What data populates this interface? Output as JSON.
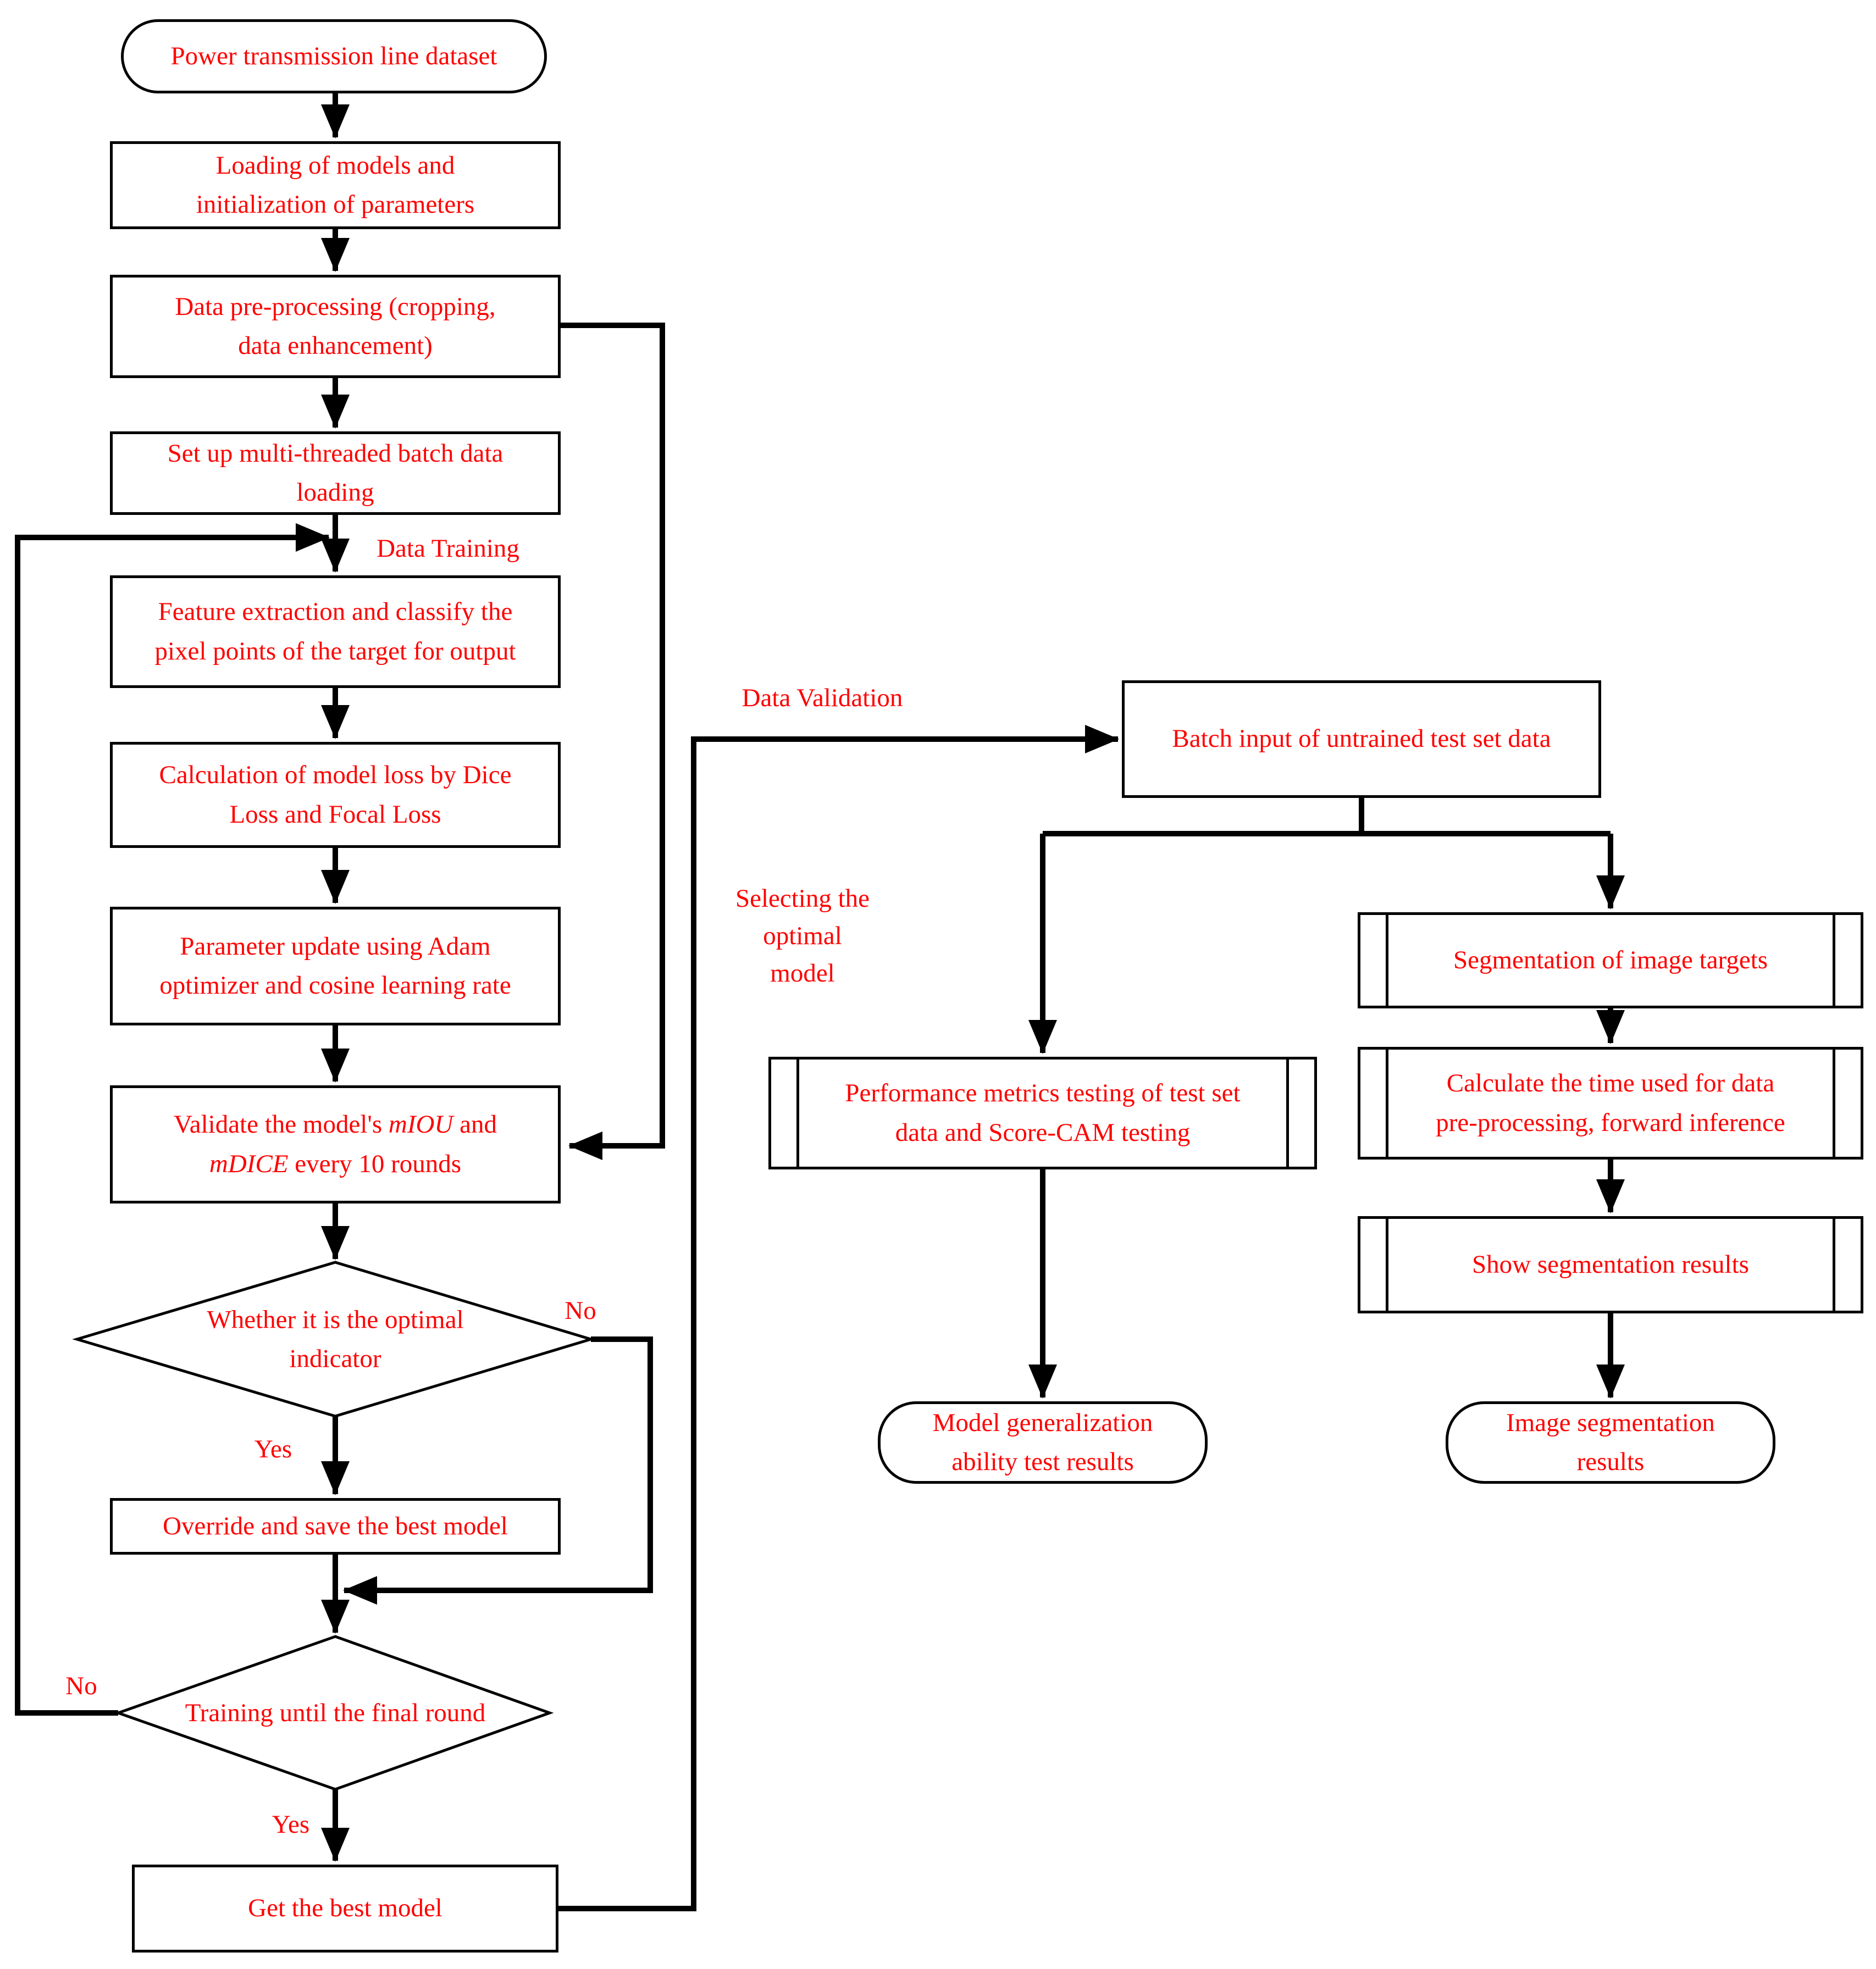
{
  "diagram": {
    "title": "Training / validation flowchart",
    "colors": {
      "text": "#ff0000",
      "line": "#000000",
      "background": "#ffffff"
    },
    "nodes": {
      "dataset": {
        "type": "terminal",
        "lines": [
          "Power transmission line dataset"
        ]
      },
      "loading": {
        "type": "process",
        "lines": [
          "Loading of models and",
          "initialization of parameters"
        ]
      },
      "preprocessing": {
        "type": "process",
        "lines": [
          "Data pre-processing (cropping,",
          "data enhancement)"
        ]
      },
      "batch_loading": {
        "type": "process",
        "lines": [
          "Set up multi-threaded batch data",
          "loading"
        ]
      },
      "feature_extraction": {
        "type": "process",
        "lines": [
          "Feature extraction and classify the",
          "pixel points of the target for output"
        ]
      },
      "loss_calculation": {
        "type": "process",
        "lines": [
          "Calculation of model loss by Dice",
          "Loss and Focal Loss"
        ]
      },
      "parameter_update": {
        "type": "process",
        "lines": [
          "Parameter update using Adam",
          "optimizer and cosine learning rate"
        ]
      },
      "validate": {
        "type": "process",
        "parts": [
          "Validate the model's",
          "mIOU",
          "and",
          "mDICE",
          "every 10 rounds"
        ]
      },
      "optimal_indicator": {
        "type": "decision",
        "lines": [
          "Whether it is the optimal",
          "indicator"
        ]
      },
      "save_best": {
        "type": "process",
        "lines": [
          "Override and save the best model"
        ]
      },
      "final_round": {
        "type": "decision",
        "lines": [
          "Training until the final round"
        ]
      },
      "get_best": {
        "type": "process",
        "lines": [
          "Get the best model"
        ]
      },
      "batch_input": {
        "type": "process",
        "lines": [
          "Batch input of untrained test set data"
        ]
      },
      "performance": {
        "type": "predefined",
        "lines": [
          "Performance metrics testing of test set",
          "data and Score-CAM testing"
        ]
      },
      "generalization": {
        "type": "terminal",
        "lines": [
          "Model generalization",
          "ability test results"
        ]
      },
      "segmentation": {
        "type": "predefined",
        "lines": [
          "Segmentation of image targets"
        ]
      },
      "calc_time": {
        "type": "predefined",
        "lines": [
          "Calculate the time used for data",
          "pre-processing, forward inference"
        ]
      },
      "show_results": {
        "type": "predefined",
        "lines": [
          "Show segmentation results"
        ]
      },
      "image_results": {
        "type": "terminal",
        "lines": [
          "Image segmentation",
          "results"
        ]
      }
    },
    "labels": {
      "data_training": "Data Training",
      "data_validation": "Data Validation",
      "selecting_optimal": {
        "lines": [
          "Selecting the",
          "optimal",
          "model"
        ]
      },
      "decision1": {
        "no": "No",
        "yes": "Yes"
      },
      "decision2": {
        "no": "No",
        "yes": "Yes"
      }
    }
  }
}
